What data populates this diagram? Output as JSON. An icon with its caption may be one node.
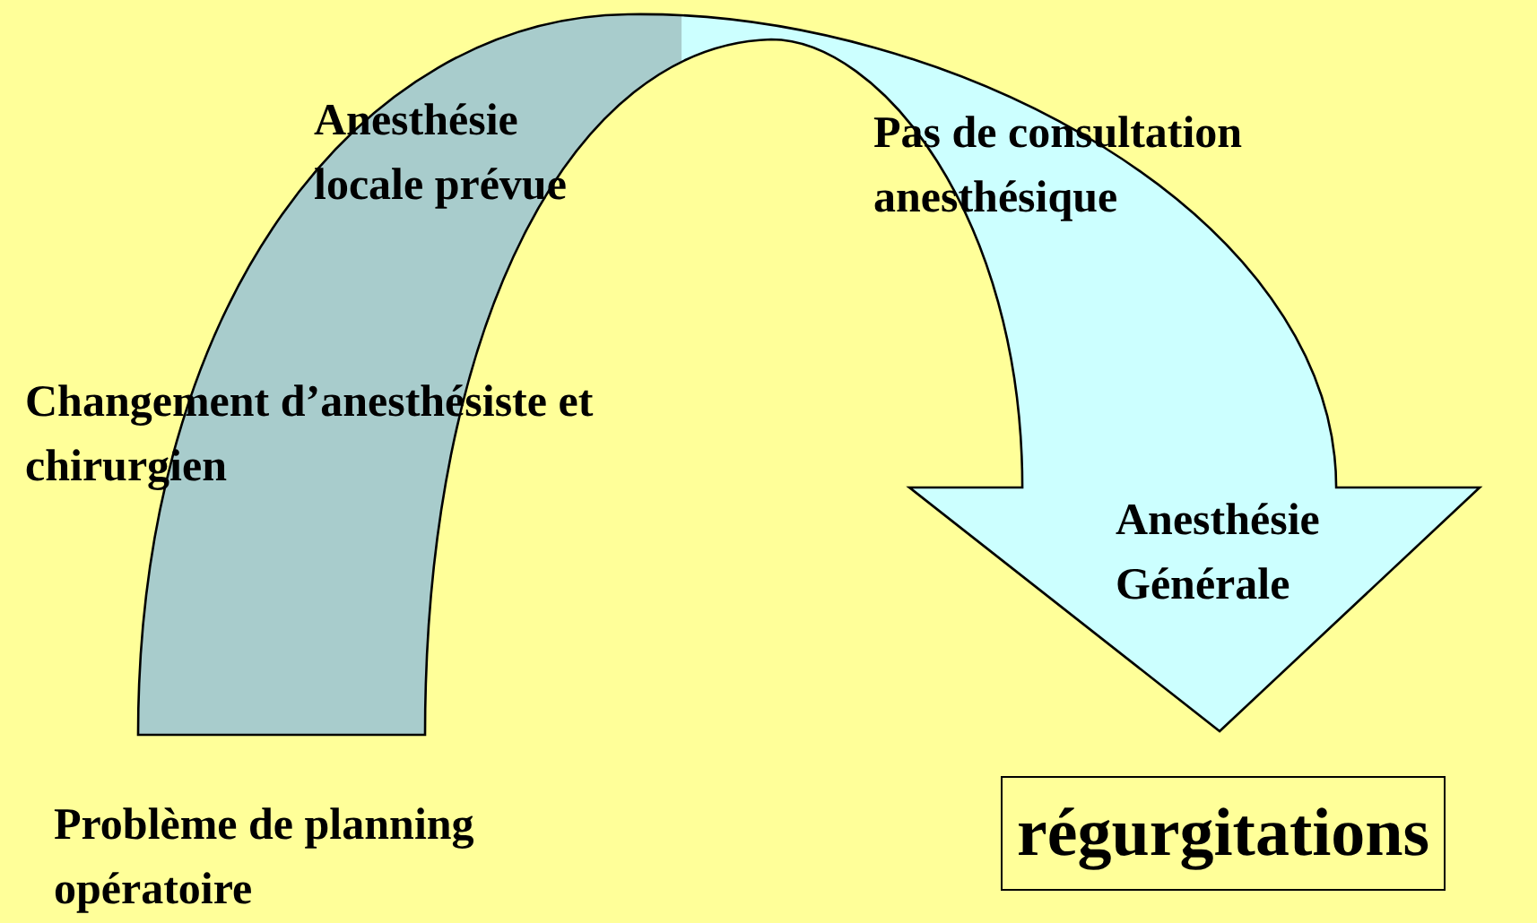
{
  "diagram": {
    "nodes": [
      {
        "text": [
          "Problème de planning opératoire"
        ]
      },
      {
        "text": [
          "régurgitations"
        ]
      }
    ],
    "edges": [
      {
        "from": 0,
        "to": 1,
        "arrow": "to",
        "style": "thick"
      }
    ],
    "labels": [
      "Anesthésie locale prévue",
      "Pas de consultation anesthésique",
      "Changement d’anesthésiste et chirurgien",
      "Anesthésie Générale"
    ]
  }
}
